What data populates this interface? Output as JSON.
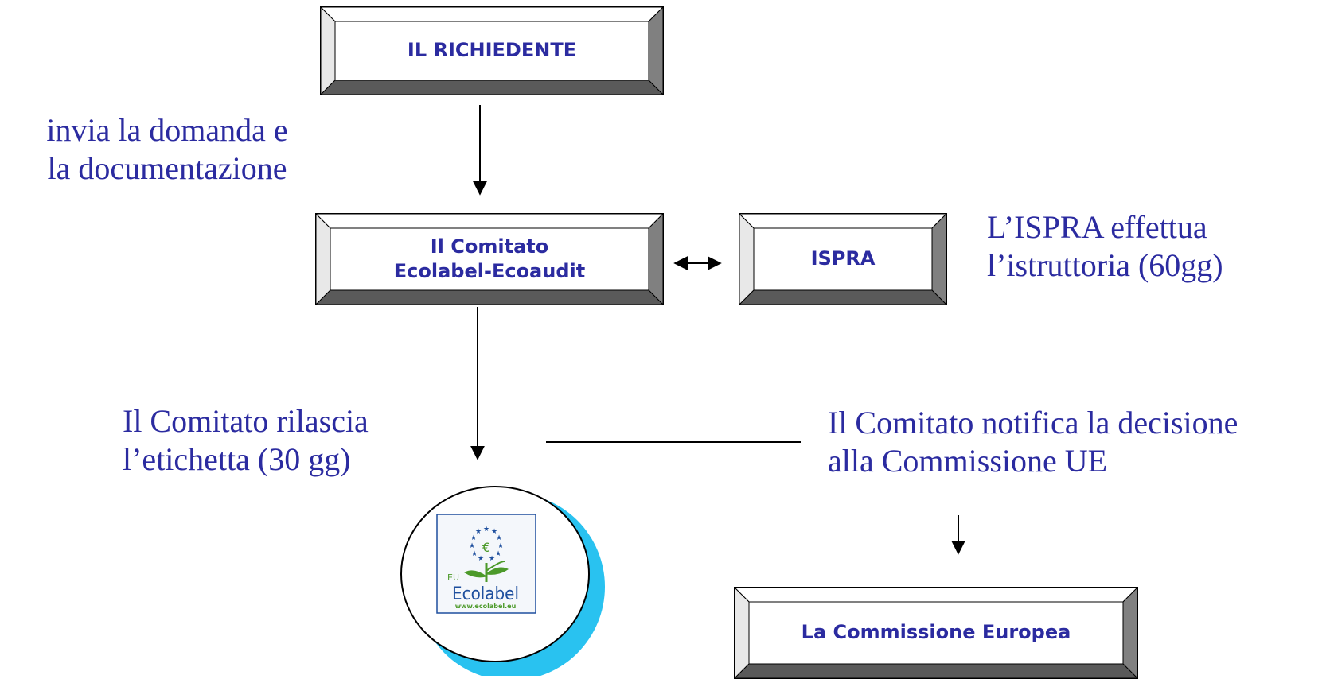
{
  "boxes": {
    "richiedente": "IL RICHIEDENTE",
    "comitato_line1": "Il Comitato",
    "comitato_line2": "Ecolabel-Ecoaudit",
    "ispra": "ISPRA",
    "commissione": "La Commissione Europea"
  },
  "notes": {
    "invia_line1": "invia la domanda e",
    "invia_line2": "la documentazione",
    "ispra_line1": "L’ISPRA effettua",
    "ispra_line2": "l’istruttoria (60gg)",
    "rilascia_line1": "Il Comitato rilascia",
    "rilascia_line2": "l’etichetta (30 gg)",
    "notifica_line1": "Il Comitato notifica la decisione",
    "notifica_line2": "alla Commissione UE"
  },
  "logo": {
    "eu": "EU",
    "brand": "Ecolabel",
    "url": "www.ecolabel.eu",
    "currency": "€"
  },
  "colors": {
    "text": "#2b2ba0",
    "bevel_light": "#ffffff",
    "bevel_mid": "#c0c0c0",
    "bevel_dark": "#808080",
    "bevel_shadow": "#5a5a5a",
    "accent_blue": "#29c2f0",
    "logo_green": "#4c9a2a",
    "logo_blue": "#1e4f9e"
  }
}
